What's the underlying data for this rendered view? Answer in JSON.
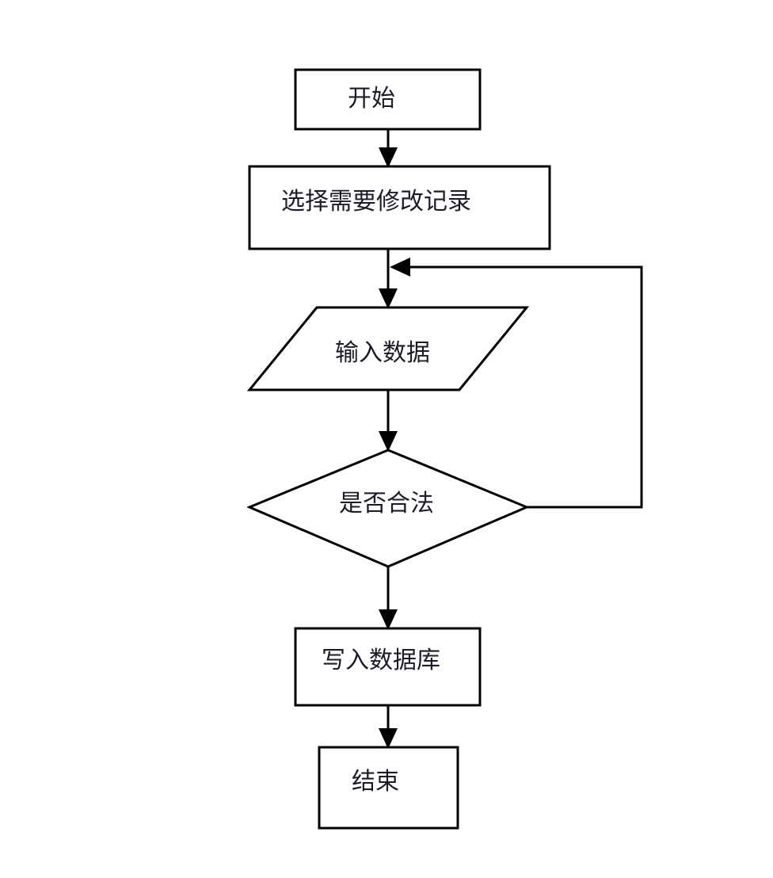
{
  "diagram": {
    "type": "flowchart",
    "title": "",
    "orientation": "top-to-bottom",
    "background_color": "#ffffff",
    "line_color": "#000000",
    "text_color": "#1c1c28",
    "nodes": [
      {
        "id": "start",
        "label": "开始",
        "shape": "rectangle",
        "role": "terminator"
      },
      {
        "id": "select-record",
        "label": "选择需要修改记录",
        "shape": "rectangle",
        "role": "process"
      },
      {
        "id": "input-data",
        "label": "输入数据",
        "shape": "parallelogram",
        "role": "input-output"
      },
      {
        "id": "is-valid",
        "label": "是否合法",
        "shape": "diamond",
        "role": "decision"
      },
      {
        "id": "write-database",
        "label": "写入数据库",
        "shape": "rectangle",
        "role": "process"
      },
      {
        "id": "end",
        "label": "结束",
        "shape": "rectangle",
        "role": "terminator"
      }
    ],
    "edges": [
      {
        "id": "edge-start-select",
        "from": "start",
        "to": "select-record",
        "label": ""
      },
      {
        "id": "edge-select-input",
        "from": "select-record",
        "to": "input-data",
        "label": ""
      },
      {
        "id": "edge-input-valid",
        "from": "input-data",
        "to": "is-valid",
        "label": ""
      },
      {
        "id": "edge-valid-write",
        "from": "is-valid",
        "to": "write-database",
        "label": ""
      },
      {
        "id": "edge-write-end",
        "from": "write-database",
        "to": "end",
        "label": ""
      },
      {
        "id": "edge-valid-retry",
        "from": "is-valid",
        "to": "input-data",
        "label": ""
      }
    ]
  }
}
